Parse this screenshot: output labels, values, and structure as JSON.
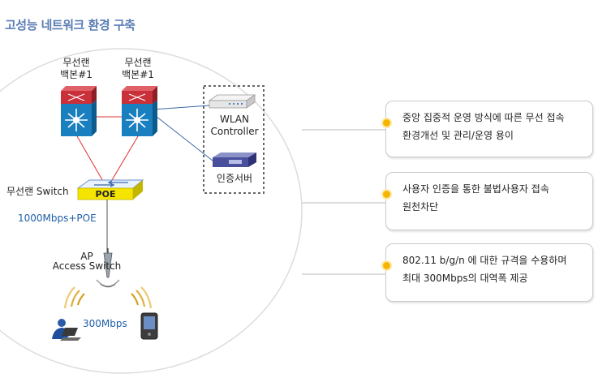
{
  "title": "고성능 네트워크 환경 구축",
  "nodes": {
    "backbone1": {
      "line1": "무선랜",
      "line2": "백본#1"
    },
    "backbone2": {
      "line1": "무선랜",
      "line2": "백본#1"
    },
    "controller": {
      "line1": "WLAN",
      "line2": "Controller"
    },
    "auth_server": "인증서버",
    "switch": "무선랜 Switch",
    "poe": "POE",
    "uplink_speed": "1000Mbps+POE",
    "ap": {
      "line1": "AP",
      "line2": "Access Switch"
    },
    "client_speed": "300Mbps"
  },
  "features": [
    {
      "line1": "중앙 집중적 운영 방식에 따른 무선 접속",
      "line2": "환경개선 및 관리/운영 용이"
    },
    {
      "line1": "사용자 인증을 통한 불법사용자 접속",
      "line2": "원천차단"
    },
    {
      "line1": "802.11 b/g/n 에 대한 규격을 수용하며",
      "line2": "최대 300Mbps의 대역폭 제공"
    }
  ],
  "colors": {
    "title": "#5a7db5",
    "link_red": "#e03030",
    "link_blue": "#3a6aa8",
    "accent": "#f5b400"
  }
}
